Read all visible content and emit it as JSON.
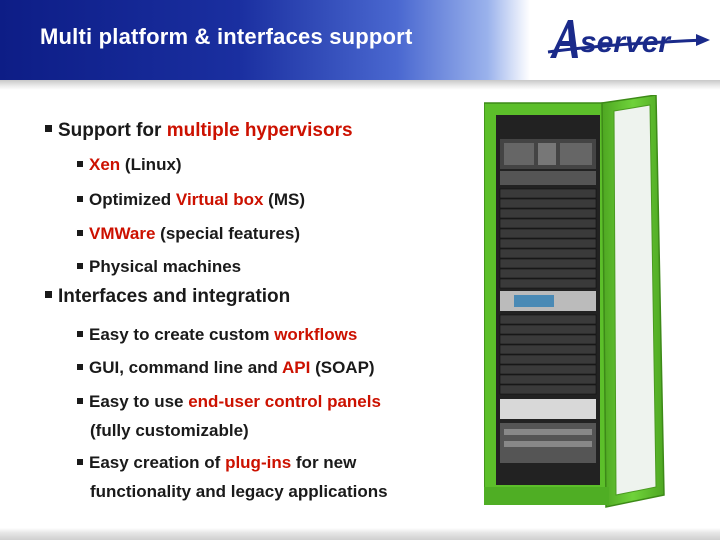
{
  "header": {
    "title": "Multi platform & interfaces support",
    "logo_text": "Aserver"
  },
  "colors": {
    "header_blue": "#0d1d86",
    "highlight_red": "#cc1100",
    "rack_green": "#5cbf2a"
  },
  "sections": [
    {
      "prefix": "Support for ",
      "highlight": "multiple hypervisors",
      "items": [
        {
          "hl": "Xen",
          "after": " (Linux)"
        },
        {
          "before": "Optimized ",
          "hl": "Virtual box",
          "after": " (MS)"
        },
        {
          "hl": "VMWare",
          "after": " (special features)"
        },
        {
          "before": "Physical machines"
        }
      ]
    },
    {
      "title": "Interfaces and integration",
      "items": [
        {
          "before": "Easy to create custom ",
          "hl": "workflows"
        },
        {
          "before": "GUI, command line and ",
          "hl": "API",
          "after": " (SOAP)"
        },
        {
          "before": "Easy to use ",
          "hl": "end-user control panels",
          "line2": "(fully customizable)"
        },
        {
          "before": "Easy creation of ",
          "hl": "plug-ins",
          "after": " for new",
          "line2": "functionality and legacy applications"
        }
      ]
    }
  ],
  "image": {
    "icon": "server-rack-icon"
  }
}
